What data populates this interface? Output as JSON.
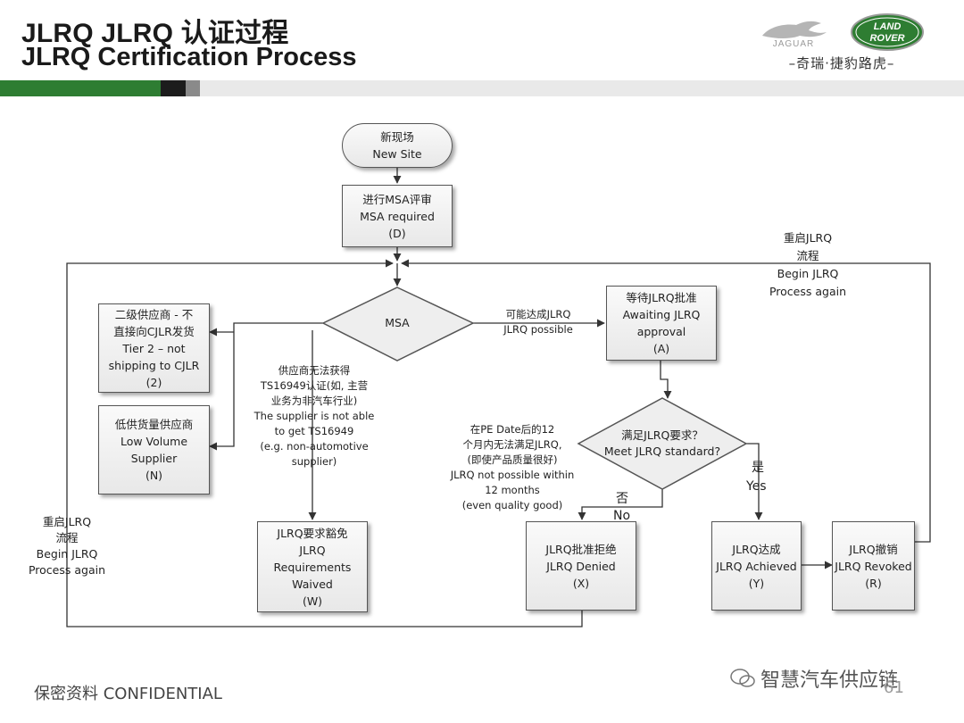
{
  "header": {
    "title_cn": "JLRQ JLRQ 认证过程",
    "title_en": "JLRQ Certification Process",
    "jaguar_logo_text": "JAGUAR",
    "landrover_logo_line1": "LAND",
    "landrover_logo_line2": "ROVER",
    "brand_cn": "–奇瑞·捷豹路虎–"
  },
  "nodes": {
    "new_site": {
      "cn": "新现场",
      "en": "New Site"
    },
    "msa_required": {
      "cn": "进行MSA评审",
      "en": "MSA required",
      "code": "(D)"
    },
    "msa_decision": {
      "label": "MSA"
    },
    "tier2": {
      "cn1": "二级供应商 - 不",
      "cn2": "直接向CJLR发货",
      "en1": "Tier 2 – not",
      "en2": "shipping to CJLR",
      "code": "(2)"
    },
    "low_volume": {
      "cn": "低供货量供应商",
      "en1": "Low Volume",
      "en2": "Supplier",
      "code": "(N)"
    },
    "waived": {
      "cn": "JLRQ要求豁免",
      "en1": "JLRQ",
      "en2": "Requirements",
      "en3": "Waived",
      "code": "(W)"
    },
    "awaiting": {
      "cn": "等待JLRQ批准",
      "en1": "Awaiting JLRQ",
      "en2": "approval",
      "code": "(A)"
    },
    "meet_standard": {
      "cn": "满足JLRQ要求？",
      "en": "Meet JLRQ standard?"
    },
    "denied": {
      "cn": "JLRQ批准拒绝",
      "en": "JLRQ Denied",
      "code": "(X)"
    },
    "achieved": {
      "cn": "JLRQ达成",
      "en": "JLRQ Achieved",
      "code": "(Y)"
    },
    "revoked": {
      "cn": "JLRQ撤销",
      "en": "JLRQ Revoked",
      "code": "(R)"
    }
  },
  "edge_labels": {
    "possible": {
      "cn": "可能达成JLRQ",
      "en": "JLRQ possible"
    },
    "ts16949": {
      "cn1": "供应商无法获得",
      "cn2": "TS16949认证(如, 主营",
      "cn3": "业务为非汽车行业)",
      "en1": "The supplier is not able",
      "en2": "to get TS16949",
      "en3": "(e.g. non-automotive",
      "en4": "supplier)"
    },
    "not_possible": {
      "cn1": "在PE Date后的12",
      "cn2": "个月内无法满足JLRQ,",
      "cn3": "(即使产品质量很好)",
      "en1": "JLRQ not possible within",
      "en2": "12 months",
      "en3": "(even quality good)"
    },
    "restart_right": {
      "cn1": "重启JLRQ",
      "cn2": "流程",
      "en1": "Begin JLRQ",
      "en2": "Process again"
    },
    "restart_left": {
      "cn1": "重启JLRQ",
      "cn2": "流程",
      "en1": "Begin JLRQ",
      "en2": "Process again"
    },
    "yes_cn": "是",
    "yes_en": "Yes",
    "no_cn": "否",
    "no_en": "No"
  },
  "footer": {
    "confidential": "保密资料 CONFIDENTIAL",
    "watermark": "智慧汽车供应链",
    "page": "61"
  },
  "colors": {
    "brand_green": "#2e7d32",
    "band_dark": "#1c1c1c",
    "band_light": "#e9e9e9",
    "node_border": "#555555"
  }
}
